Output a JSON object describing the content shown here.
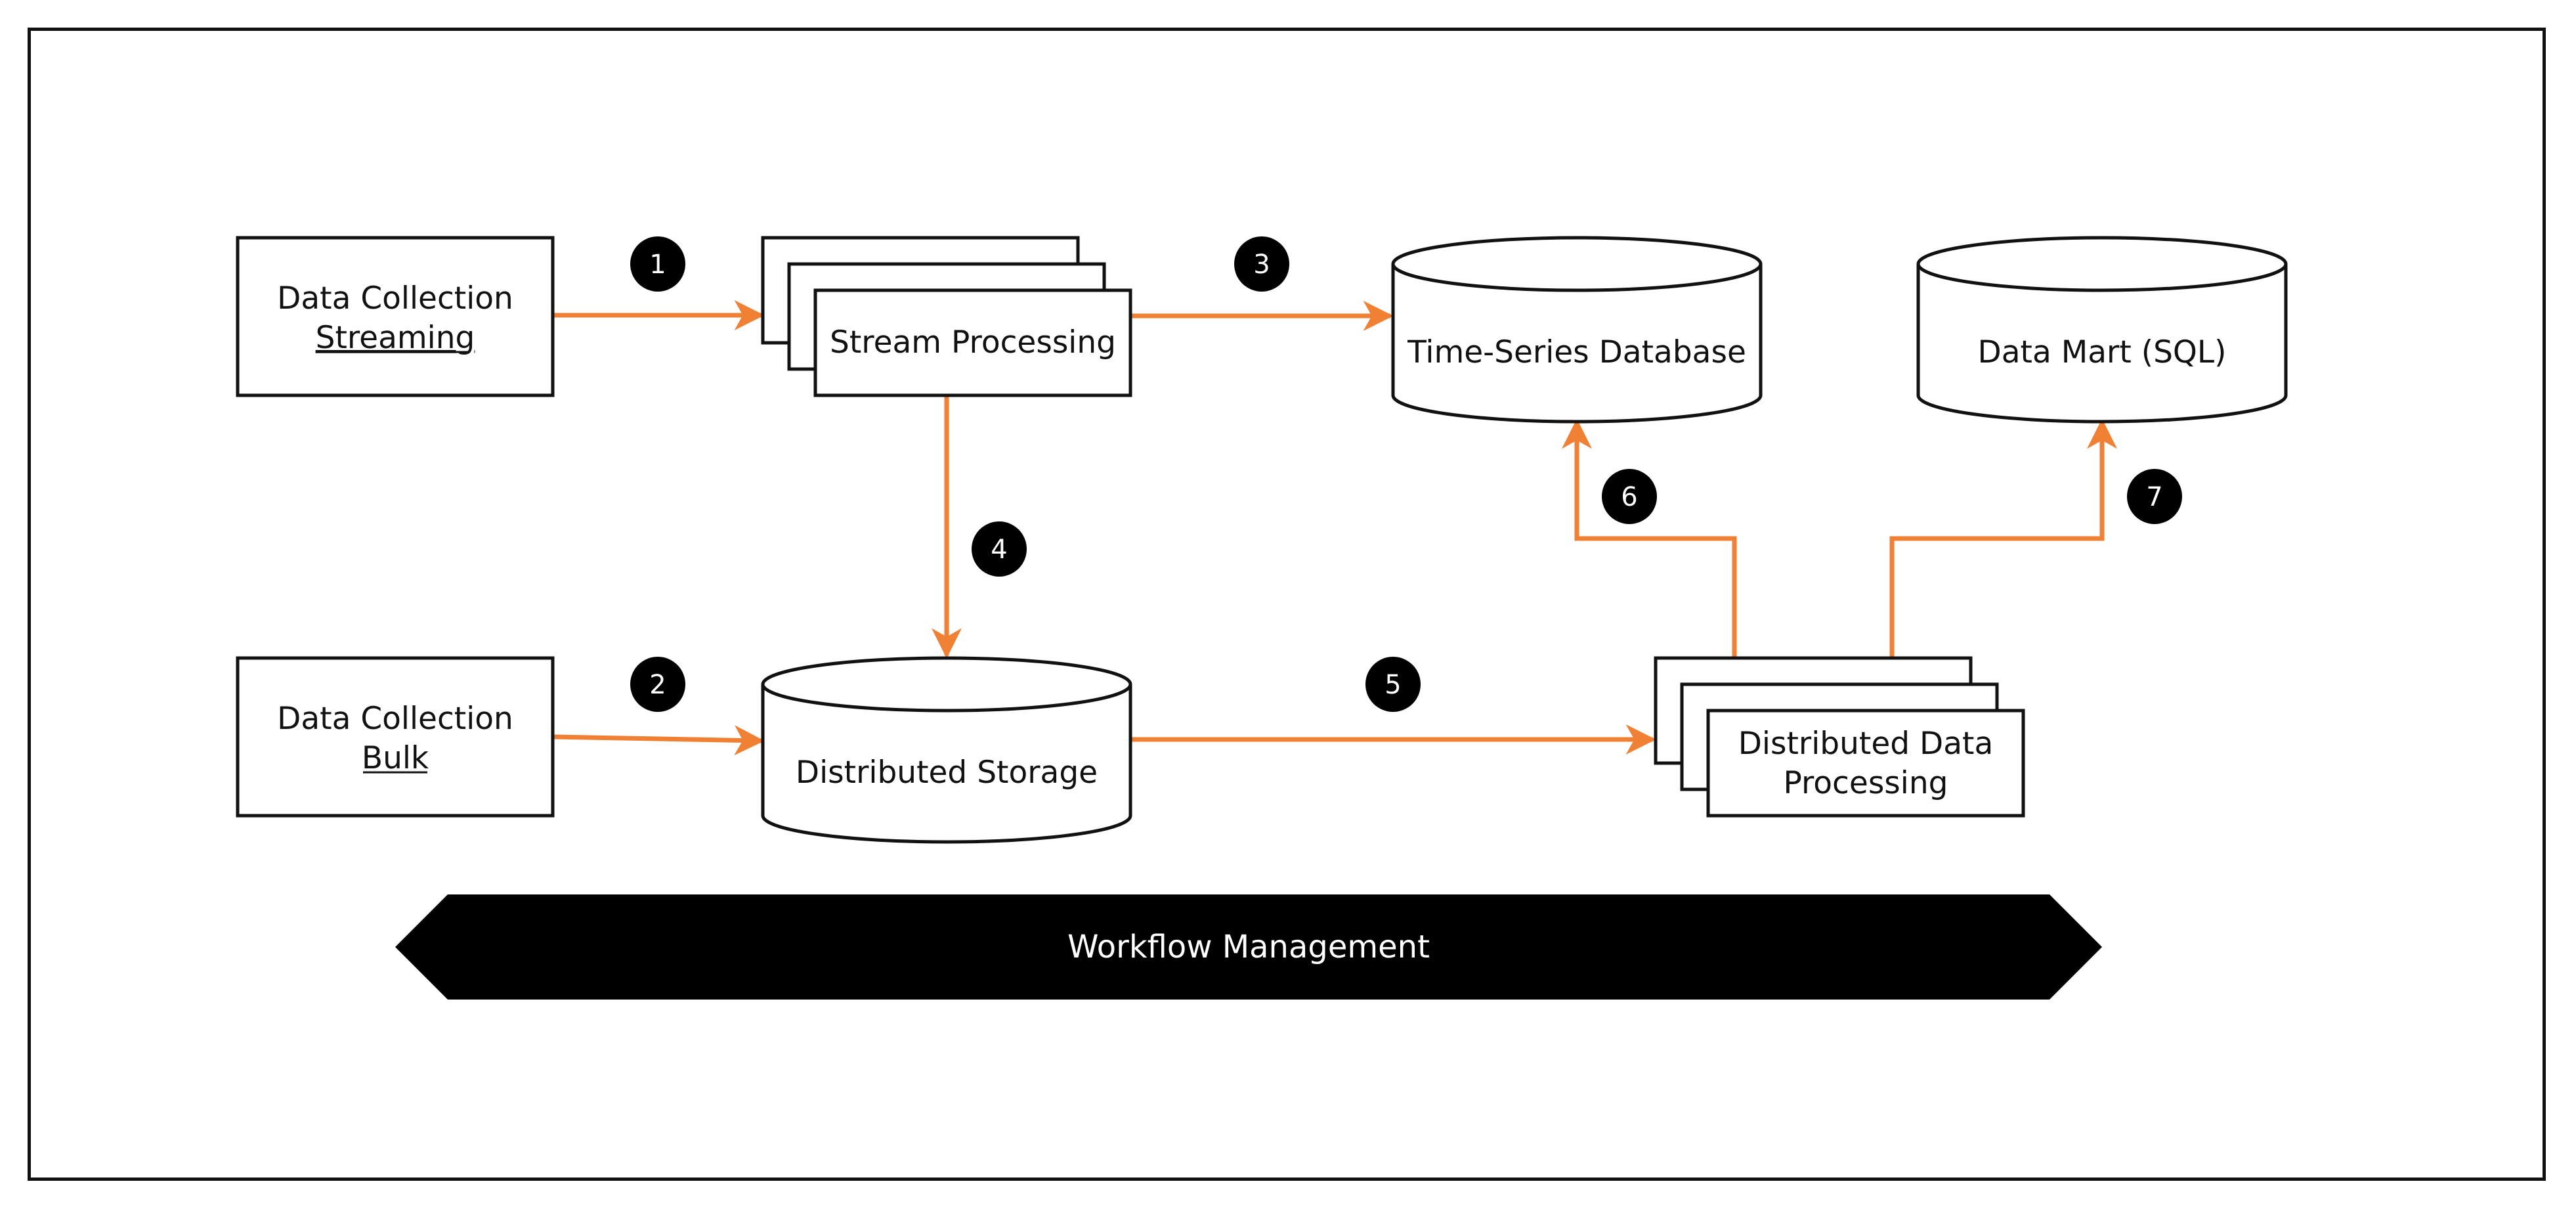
{
  "colors": {
    "arrow": "#F08033",
    "stroke": "#111111",
    "fill": "#ffffff",
    "badge": "#000000",
    "banner": "#000000"
  },
  "nodes": {
    "collection_streaming": {
      "line1": "Data Collection",
      "line2": "Streaming"
    },
    "collection_bulk": {
      "line1": "Data Collection",
      "line2": "Bulk"
    },
    "stream_processing": {
      "label": "Stream Processing"
    },
    "distributed_storage": {
      "label": "Distributed Storage"
    },
    "timeseries_db": {
      "label": "Time-Series Database"
    },
    "data_mart": {
      "label": "Data Mart (SQL)"
    },
    "distributed_processing": {
      "line1": "Distributed Data",
      "line2": "Processing"
    }
  },
  "steps": [
    "1",
    "2",
    "3",
    "4",
    "5",
    "6",
    "7"
  ],
  "banner": {
    "label": "Workflow Management"
  }
}
